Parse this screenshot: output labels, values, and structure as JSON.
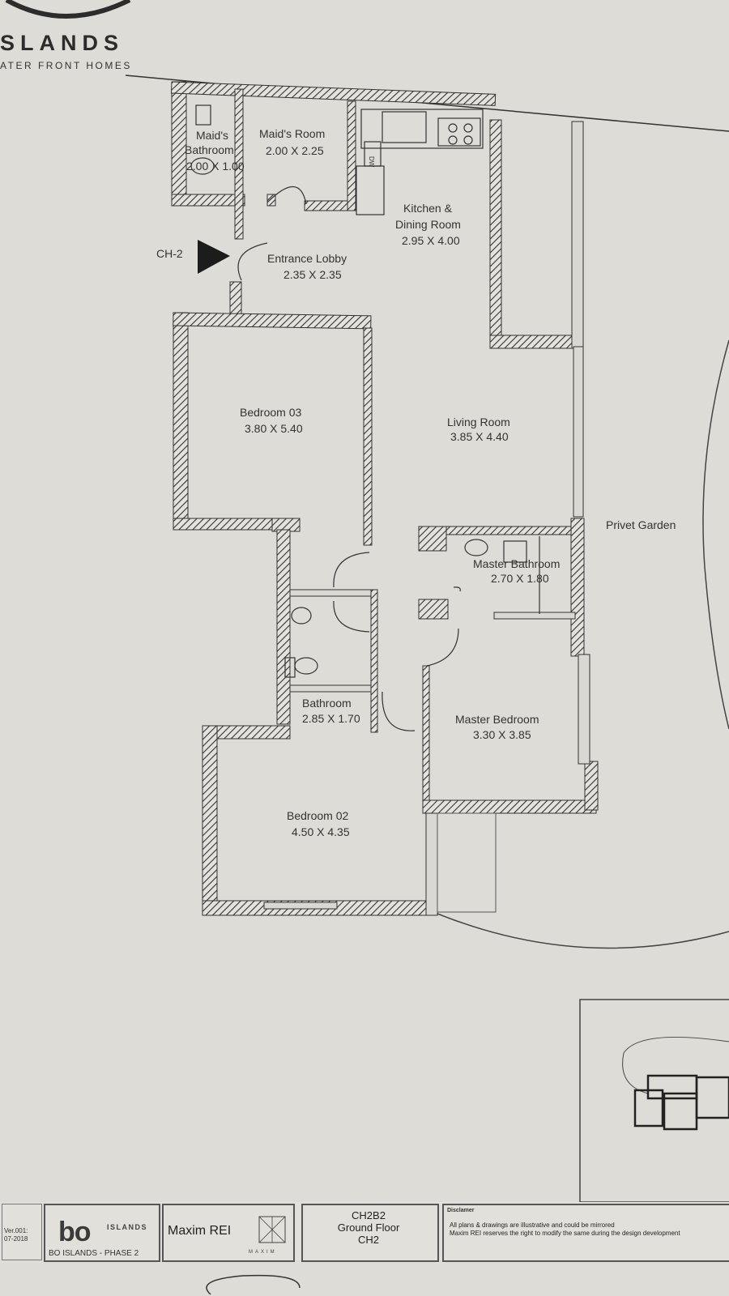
{
  "header": {
    "brand": "SLANDS",
    "tagline": "ATER FRONT HOMES"
  },
  "unit_marker": "CH-2",
  "rooms": {
    "maids_bathroom": {
      "name_line1": "Maid's",
      "name_line2": "Bathroom",
      "size": "2.00 X 1.00"
    },
    "maids_room": {
      "name": "Maid's Room",
      "size": "2.00 X 2.25"
    },
    "kitchen": {
      "name_line1": "Kitchen &",
      "name_line2": "Dining Room",
      "size": "2.95 X 4.00"
    },
    "entrance_lobby": {
      "name": "Entrance Lobby",
      "size": "2.35 X 2.35"
    },
    "bedroom_03": {
      "name": "Bedroom 03",
      "size": "3.80 X 5.40"
    },
    "living_room": {
      "name": "Living Room",
      "size": "3.85 X 4.40"
    },
    "master_bathroom": {
      "name": "Master Bathroom",
      "size": "2.70 X 1.80"
    },
    "bathroom": {
      "name": "Bathroom",
      "size": "2.85 X 1.70"
    },
    "master_bedroom": {
      "name": "Master Bedroom",
      "size": "3.30 X 3.85"
    },
    "bedroom_02": {
      "name": "Bedroom 02",
      "size": "4.50 X 4.35"
    }
  },
  "outdoor": {
    "garden": "Privet Garden"
  },
  "appliance_labels": {
    "dishwasher": "DW"
  },
  "title_block": {
    "version": "Ver.001:",
    "version_date": "07-2018",
    "bo_logo": "bo",
    "bo_logo_sub": "ISLANDS",
    "project": "BO ISLANDS - PHASE 2",
    "company": "Maxim REI",
    "company_small": "MAXIM",
    "drawing_code": "CH2B2",
    "floor": "Ground Floor",
    "unit": "CH2",
    "disclaimer_title": "Disclamer",
    "disclaimer_line1": "All plans & drawings are illustrative and could be mirrored",
    "disclaimer_line2": "Maxim REI reserves the right to modify the same during the design development"
  }
}
